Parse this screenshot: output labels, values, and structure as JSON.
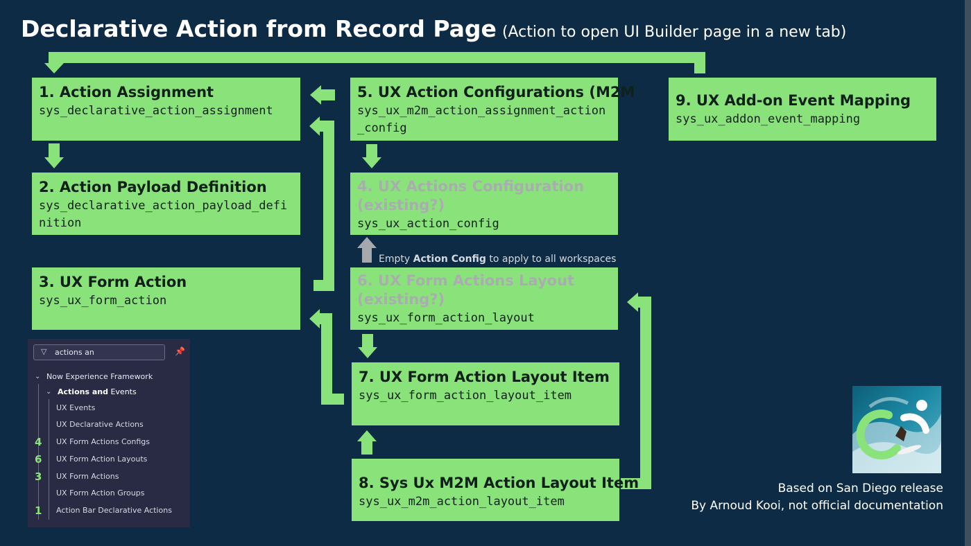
{
  "title": {
    "main": "Declarative Action from Record Page",
    "sub": "(Action to open UI Builder page in a new tab)"
  },
  "boxes": {
    "b1": {
      "title": "1. Action Assignment",
      "code": "sys_declarative_action_assignment"
    },
    "b2": {
      "title": "2. Action Payload Definition",
      "code": "sys_declarative_action_payload_definition"
    },
    "b3": {
      "title": "3. UX Form Action",
      "code": "sys_ux_form_action"
    },
    "b4": {
      "title_line1": "4. UX Actions Configuration",
      "title_line2": "(existing?)",
      "code": "sys_ux_action_config"
    },
    "b5": {
      "title": "5. UX Action Configurations (M2M",
      "code": "sys_ux_m2m_action_assignment_action_config"
    },
    "b6": {
      "title_line1": "6. UX Form Actions Layout",
      "title_line2": "(existing?)",
      "code": "sys_ux_form_action_layout"
    },
    "b7": {
      "title": "7. UX Form Action Layout Item",
      "code": "sys_ux_form_action_layout_item"
    },
    "b8": {
      "title": "8. Sys Ux M2M Action Layout Item",
      "code": "sys_ux_m2m_action_layout_item"
    },
    "b9": {
      "title": "9. UX Add-on Event Mapping",
      "code": "sys_ux_addon_event_mapping"
    }
  },
  "note": {
    "before": "Empty ",
    "bold": "Action Config",
    "after": " to apply to all workspaces"
  },
  "nav": {
    "filter_value": "actions an",
    "root": "Now Experience Framework",
    "group_bold": "Actions and",
    "group_rest": " Events",
    "items": [
      "UX Events",
      "UX Declarative Actions",
      "UX Form Actions Configs",
      "UX Form Action Layouts",
      "UX Form Actions",
      "UX Form Action Groups",
      "Action Bar Declarative Actions"
    ],
    "markers": [
      "4",
      "6",
      "3",
      "1"
    ]
  },
  "credit": {
    "line1": "Based on San Diego release",
    "line2": "By Arnoud Kooi, not official documentation"
  },
  "colors": {
    "background": "#0d2b45",
    "box": "#8ae37a",
    "arrow": "#8ae37a",
    "faded_text": "#a9adb0",
    "nav_bg": "#292a44"
  },
  "icons": [
    "filter-icon",
    "pin-icon",
    "chevron-down-icon",
    "logo-ring-icon"
  ]
}
